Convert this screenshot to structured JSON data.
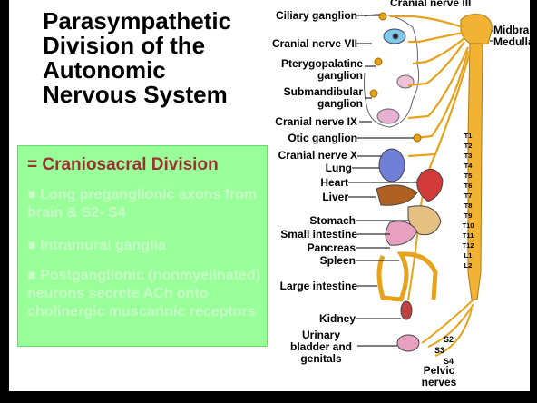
{
  "title": "Parasympathetic Division of the Autonomic Nervous System",
  "panel": {
    "heading": "= Craniosacral Division",
    "bullets": [
      "■ Long preganglionic axons from brain & S2- S4",
      "■ Intramural ganglia",
      "■ Postganglionic (nonmyelinated) neurons secrete ACh onto cholinergic muscarinic receptors"
    ]
  },
  "labels": {
    "cranial_nerve_iii": "Cranial nerve III",
    "ciliary_ganglion": "Ciliary ganglion",
    "cranial_nerve_vii": "Cranial nerve VII",
    "pterygopalatine_ganglion": "Pterygopalatine ganglion",
    "submandibular_ganglion": "Submandibular ganglion",
    "cranial_nerve_ix": "Cranial nerve IX",
    "otic_ganglion": "Otic ganglion",
    "cranial_nerve_x": "Cranial nerve X",
    "lung": "Lung",
    "heart": "Heart",
    "liver": "Liver",
    "stomach": "Stomach",
    "small_intestine": "Small intestine",
    "pancreas": "Pancreas",
    "spleen": "Spleen",
    "large_intestine": "Large intestine",
    "kidney": "Kidney",
    "urinary_bladder": "Urinary bladder and genitals",
    "pelvic_nerves": "Pelvic nerves",
    "midbrain": "Midbrain",
    "medulla": "Medulla",
    "s2": "S2",
    "s3": "S3",
    "s4": "S4"
  },
  "spinal_segments": [
    "T1",
    "T2",
    "T3",
    "T4",
    "T5",
    "T6",
    "T7",
    "T8",
    "T9",
    "T10",
    "T11",
    "T12",
    "L1",
    "L2"
  ],
  "colors": {
    "panel_bg": "#99ff99",
    "heading": "#993333",
    "nerve": "#e6a21a",
    "spinal_cord": "#f2b233"
  }
}
